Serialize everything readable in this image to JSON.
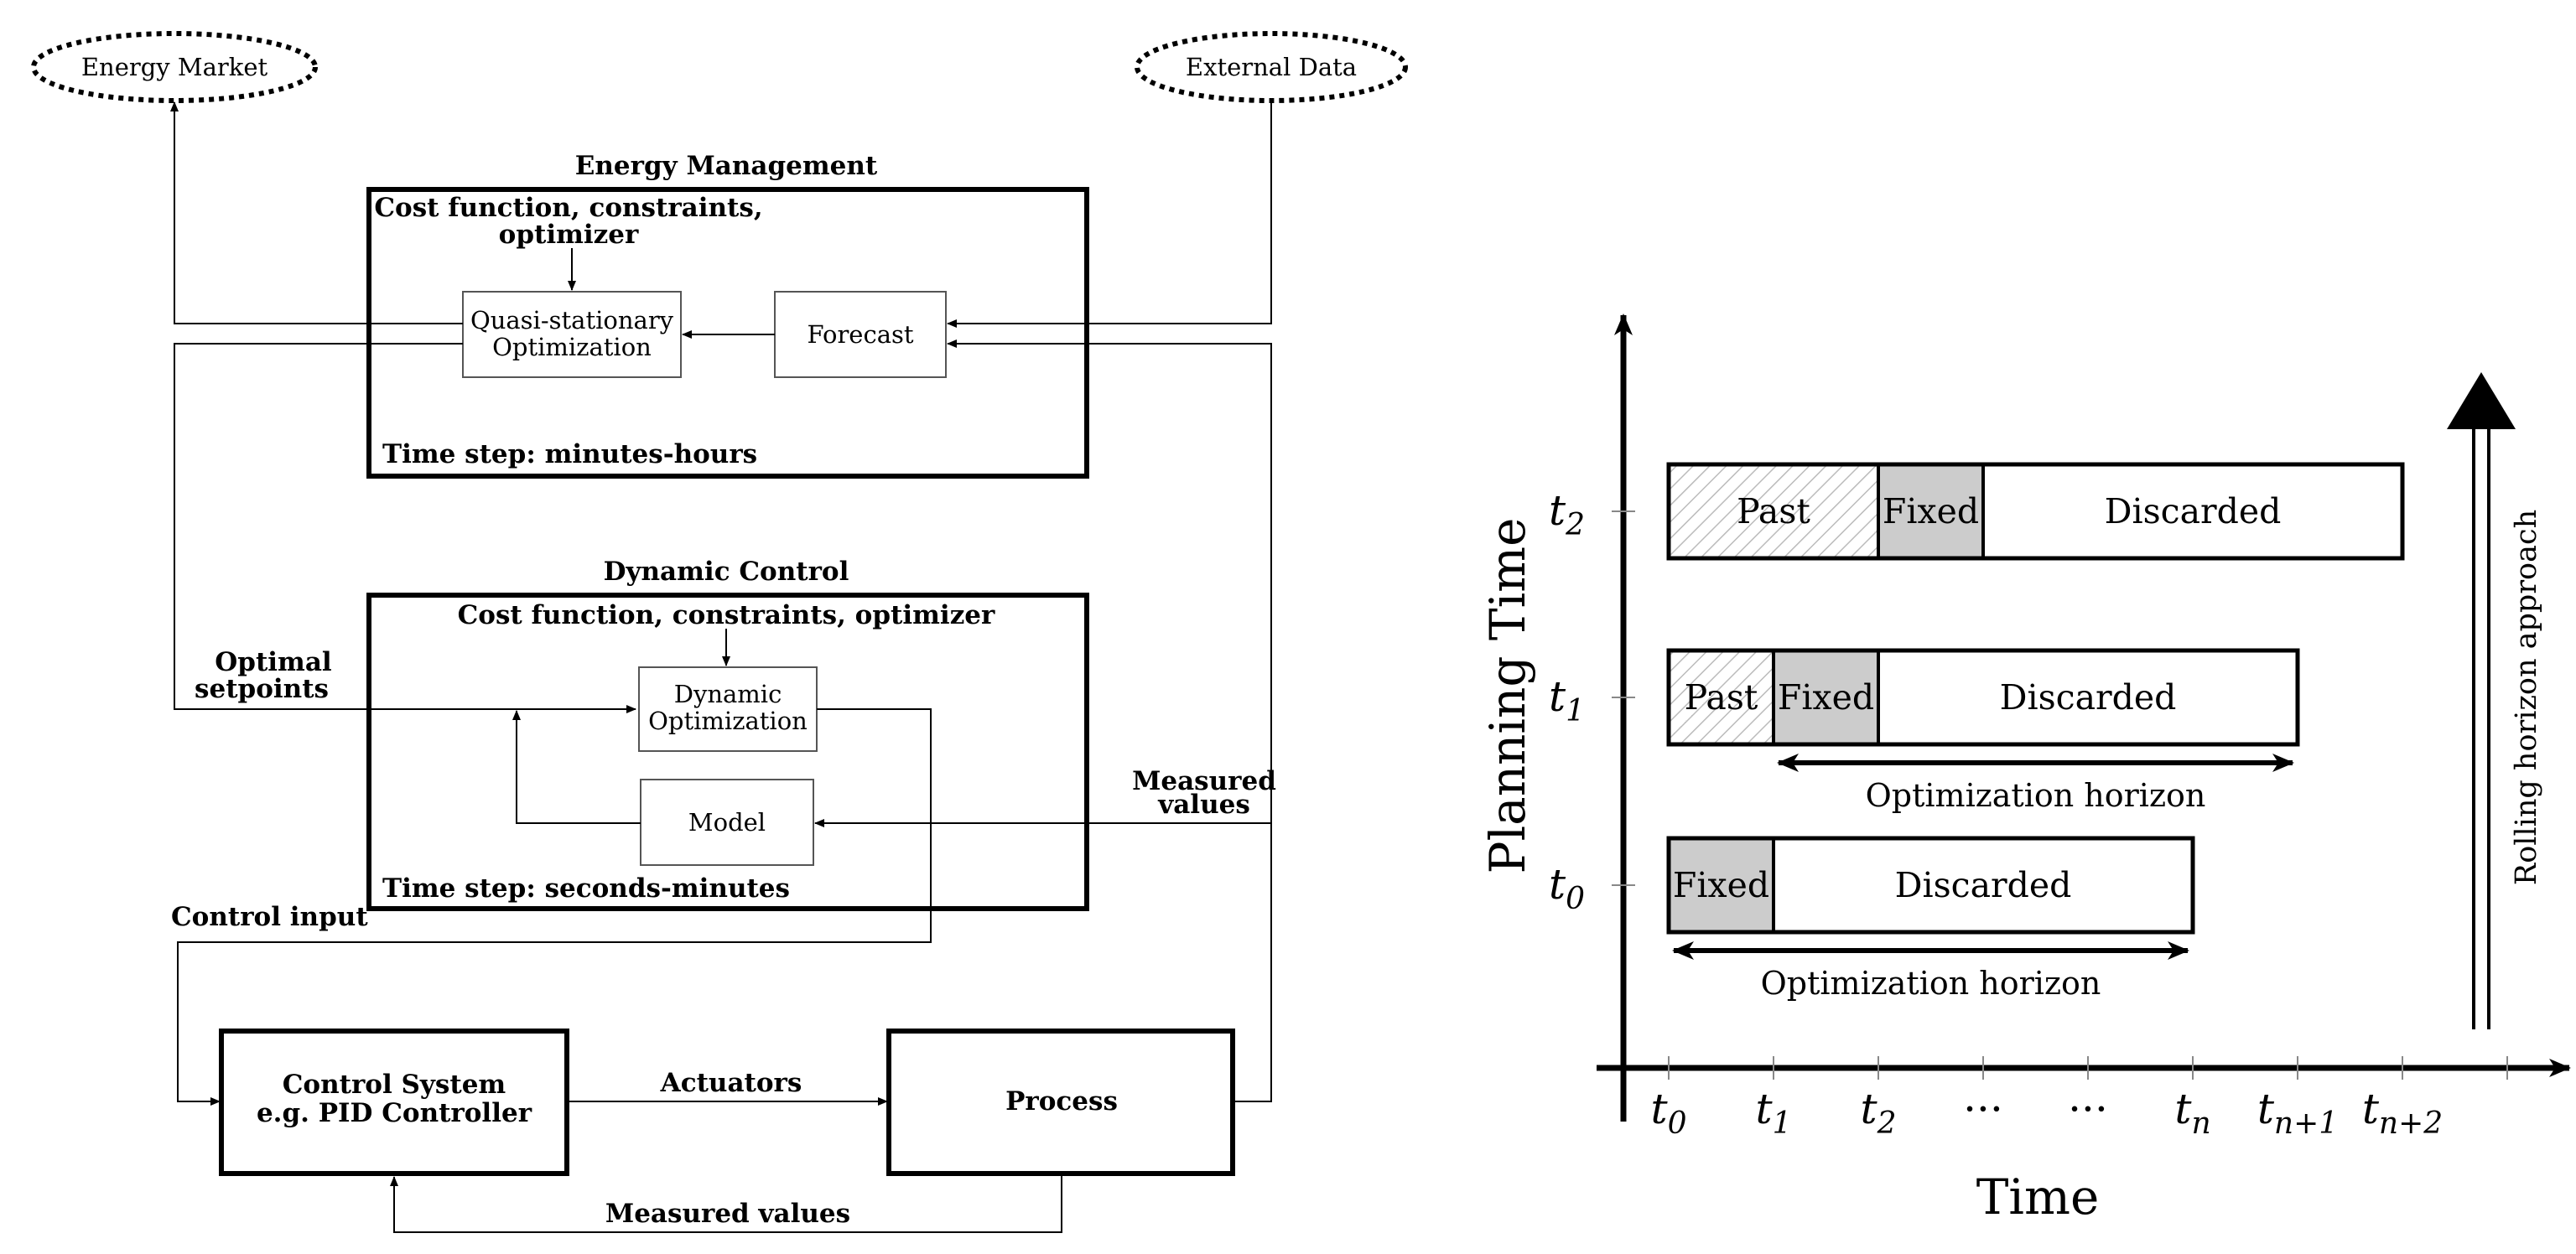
{
  "left_diagram": {
    "external": {
      "energy_market": "Energy Market",
      "external_data": "External Data"
    },
    "energy_management": {
      "title": "Energy Management",
      "inputs_line1": "Cost function, constraints,",
      "inputs_line2": "optimizer",
      "optimizer_line1": "Quasi-stationary",
      "optimizer_line2": "Optimization",
      "forecast": "Forecast",
      "time_step": "Time step: minutes-hours"
    },
    "dynamic_control": {
      "title": "Dynamic Control",
      "inputs": "Cost function, constraints, optimizer",
      "optimizer_line1": "Dynamic",
      "optimizer_line2": "Optimization",
      "model": "Model",
      "time_step": "Time step: seconds-minutes"
    },
    "signals": {
      "optimal_setpoints_line1": "Optimal",
      "optimal_setpoints_line2": "setpoints",
      "measured_values_line1": "Measured",
      "measured_values_line2": "values",
      "control_input": "Control input",
      "actuators": "Actuators",
      "measured_values_bottom": "Measured values"
    },
    "control_system": {
      "line1": "Control System",
      "line2": "e.g. PID Controller"
    },
    "process": "Process"
  },
  "right_diagram": {
    "y_axis_label": "Planning Time",
    "x_axis_label": "Time",
    "y_ticks": [
      {
        "base": "t",
        "sub": "0"
      },
      {
        "base": "t",
        "sub": "1"
      },
      {
        "base": "t",
        "sub": "2"
      }
    ],
    "x_ticks": [
      {
        "base": "t",
        "sub": "0"
      },
      {
        "base": "t",
        "sub": "1"
      },
      {
        "base": "t",
        "sub": "2"
      },
      {
        "base": "···",
        "sub": ""
      },
      {
        "base": "···",
        "sub": ""
      },
      {
        "base": "t",
        "sub": "n"
      },
      {
        "base": "t",
        "sub": "n+1"
      },
      {
        "base": "t",
        "sub": "n+2"
      }
    ],
    "rows": [
      {
        "planning": "t0",
        "past_label": "",
        "fixed_label": "Fixed",
        "discarded_label": "Discarded",
        "horizon_label": "Optimization horizon"
      },
      {
        "planning": "t1",
        "past_label": "Past",
        "fixed_label": "Fixed",
        "discarded_label": "Discarded",
        "horizon_label": "Optimization horizon"
      },
      {
        "planning": "t2",
        "past_label": "Past",
        "fixed_label": "Fixed",
        "discarded_label": "Discarded",
        "horizon_label": ""
      }
    ],
    "rolling_label": "Rolling horizon approach",
    "colors": {
      "fixed_fill": "#cccccc",
      "past_hatch": "#bbbbbb"
    }
  }
}
